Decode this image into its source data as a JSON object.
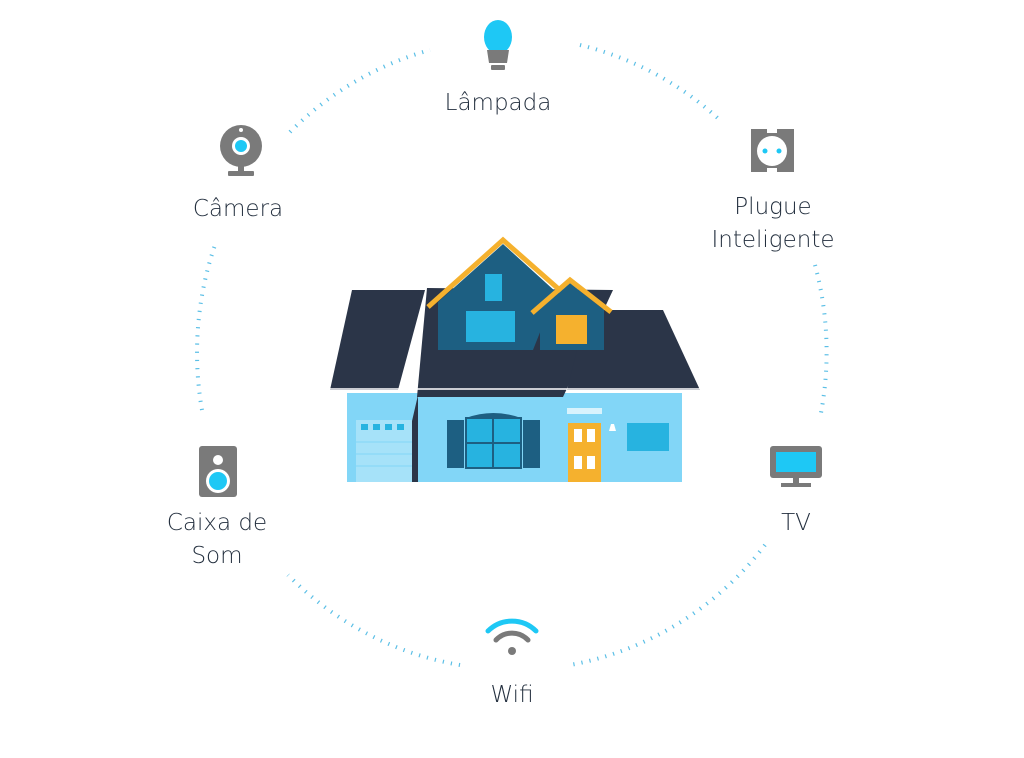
{
  "devices": {
    "lamp": {
      "label": "Lâmpada",
      "icon": "light-bulb-icon"
    },
    "camera": {
      "label": "Câmera",
      "icon": "camera-icon"
    },
    "plug": {
      "label_line1": "Plugue",
      "label_line2": "Inteligente",
      "icon": "smart-plug-icon"
    },
    "speaker": {
      "label_line1": "Caixa de",
      "label_line2": "Som",
      "icon": "speaker-icon"
    },
    "tv": {
      "label": "TV",
      "icon": "tv-icon"
    },
    "wifi": {
      "label": "Wifi",
      "icon": "wifi-icon"
    }
  },
  "colors": {
    "accent": "#1ec8f5",
    "icon_gray": "#7a7a7a",
    "dots": "#5bbfe6",
    "roof": "#2b3548",
    "gable": "#1d5f82",
    "wall": "#82d6f7",
    "trim": "#f5b12e"
  }
}
